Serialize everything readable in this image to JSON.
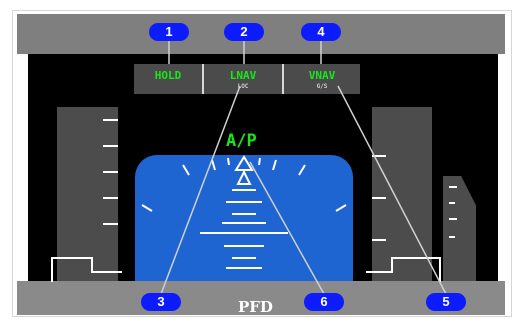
{
  "fma": {
    "lateral_armed": "HOLD",
    "lateral_active": "LNAV",
    "lateral_sub": "LOC",
    "vertical_active": "VNAV",
    "vertical_sub": "G/S"
  },
  "autopilot_label": "A/P",
  "display_label": "PFD",
  "callouts": [
    "1",
    "2",
    "3",
    "4",
    "5",
    "6"
  ],
  "colors": {
    "bezel": "#7f7f7f",
    "screen": "#000000",
    "sky": "#1f65d2",
    "mode_text": "#19e619",
    "callout": "#0d1bff",
    "leader_line": "#d0d0d0"
  }
}
